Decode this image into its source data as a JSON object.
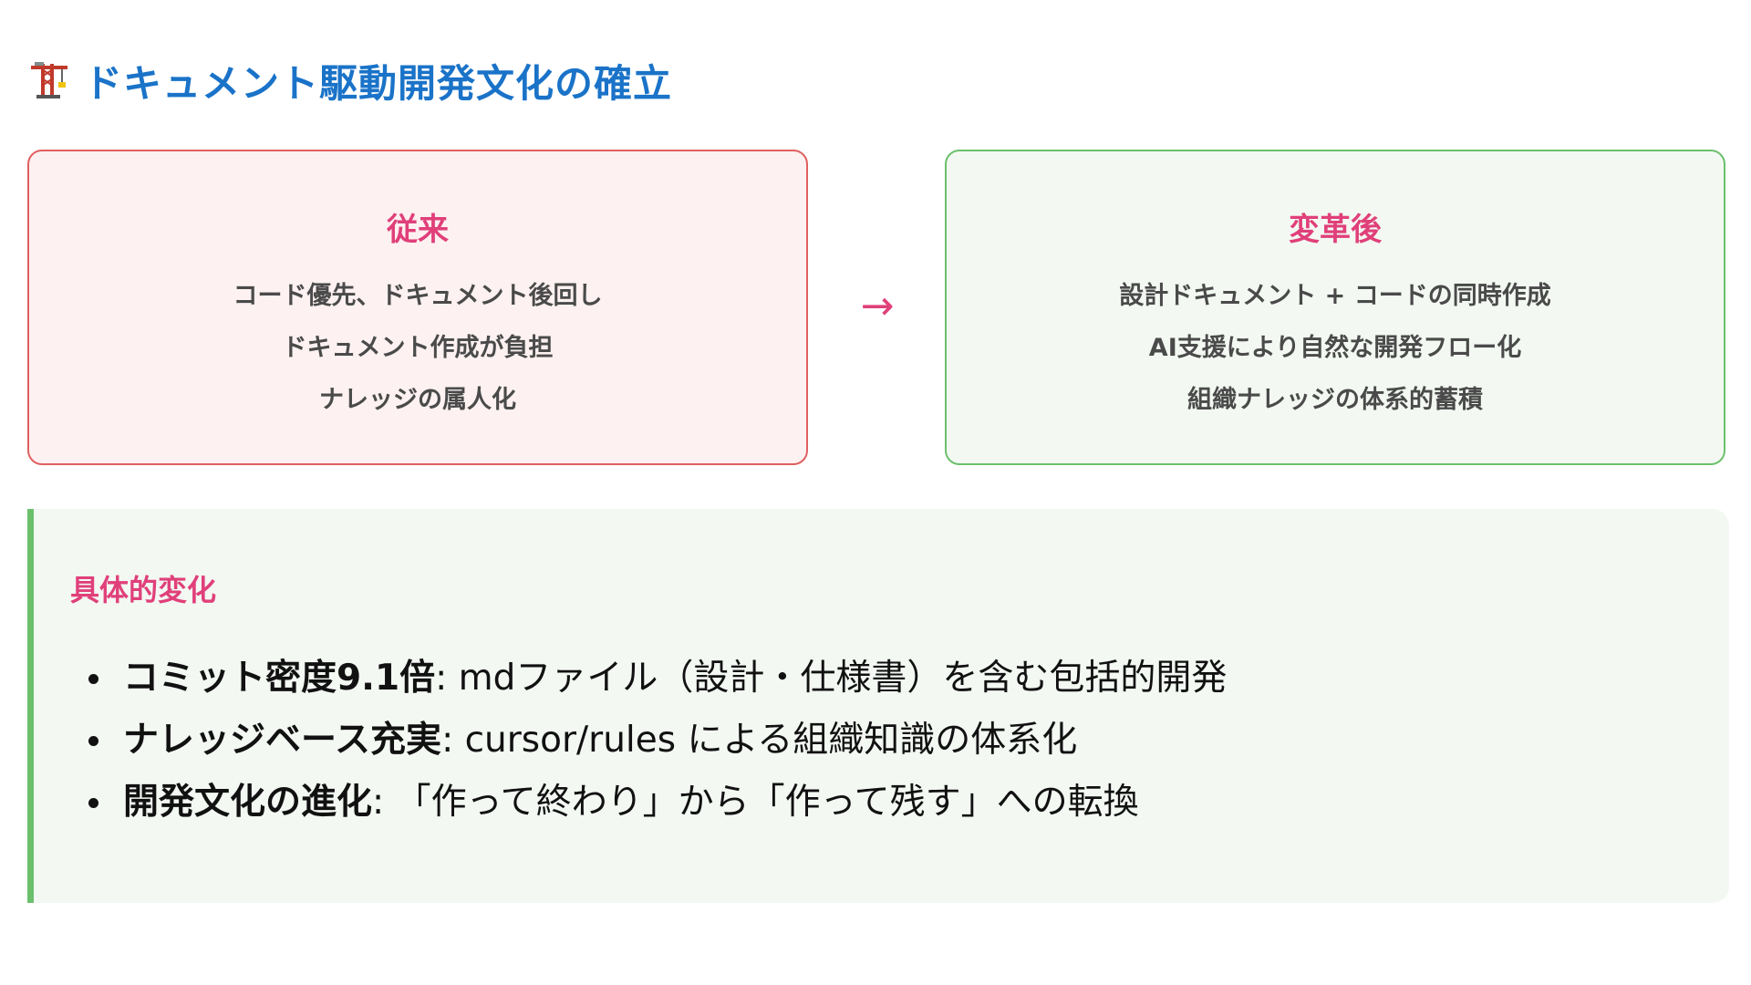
{
  "title": {
    "icon": "crane-icon",
    "text": "ドキュメント駆動開発文化の確立",
    "color": "#1a73c8"
  },
  "before": {
    "heading": "従来",
    "items": [
      "コード優先、ドキュメント後回し",
      "ドキュメント作成が負担",
      "ナレッジの属人化"
    ],
    "border_color": "#e06060",
    "bg_color": "#fdf1f1"
  },
  "arrow": {
    "glyph": "→"
  },
  "after": {
    "heading": "変革後",
    "items": [
      "設計ドキュメント + コードの同時作成",
      "AI支援により自然な開発フロー化",
      "組織ナレッジの体系的蓄積"
    ],
    "border_color": "#6cc06c",
    "bg_color": "#f3f9f2"
  },
  "details": {
    "heading": "具体的変化",
    "items": [
      {
        "key": "コミット密度9.1倍",
        "sep": ": ",
        "text": "mdファイル（設計・仕様書）を含む包括的開発"
      },
      {
        "key": "ナレッジベース充実",
        "sep": ": ",
        "text": "cursor/rules による組織知識の体系化"
      },
      {
        "key": "開発文化の進化",
        "sep": ": ",
        "text": "「作って終わり」から「作って残す」への転換"
      }
    ]
  },
  "colors": {
    "accent_pink": "#e0407a",
    "accent_green": "#6cc06c",
    "accent_red": "#e06060"
  }
}
